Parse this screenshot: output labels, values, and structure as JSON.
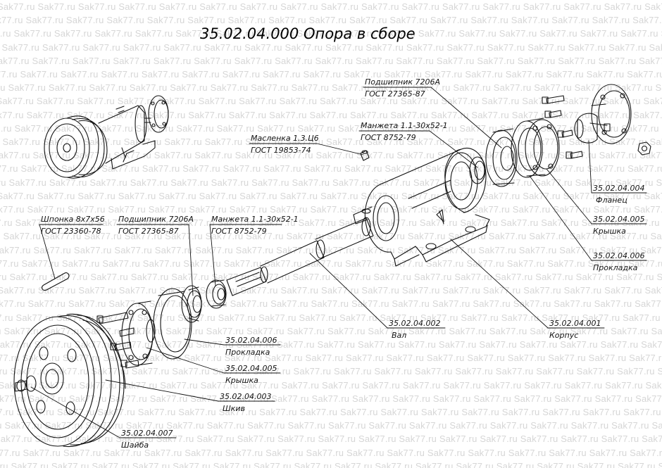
{
  "watermark": "Sak77.ru",
  "title": "35.02.04.000 Опора в сборе",
  "callouts": {
    "bearing_top": {
      "name": "Подшипник 7206А",
      "std": "ГОСТ 27365-87"
    },
    "cuff_top": {
      "name": "Манжета 1.1-30х52-1",
      "std": "ГОСТ 8752-79"
    },
    "oiler": {
      "name": "Масленка 1.3.Ц6",
      "std": "ГОСТ 19853-74"
    },
    "key": {
      "name": "Шпонка 8х7х56",
      "std": "ГОСТ 23360-78"
    },
    "bearing_left": {
      "name": "Подшипник 7206А",
      "std": "ГОСТ 27365-87"
    },
    "cuff_left": {
      "name": "Манжета 1.1-30х52-1",
      "std": "ГОСТ 8752-79"
    },
    "flange": {
      "code": "35.02.04.004",
      "name": "Фланец"
    },
    "cover_right": {
      "code": "35.02.04.005",
      "name": "Крышка"
    },
    "gasket_right": {
      "code": "35.02.04.006",
      "name": "Прокладка"
    },
    "housing": {
      "code": "35.02.04.001",
      "name": "Корпус"
    },
    "shaft": {
      "code": "35.02.04.002",
      "name": "Вал"
    },
    "gasket_left": {
      "code": "35.02.04.006",
      "name": "Прокладка"
    },
    "cover_left": {
      "code": "35.02.04.005",
      "name": "Крышка"
    },
    "pulley": {
      "code": "35.02.04.003",
      "name": "Шкив"
    },
    "washer": {
      "code": "35.02.04.007",
      "name": "Шайба"
    }
  }
}
